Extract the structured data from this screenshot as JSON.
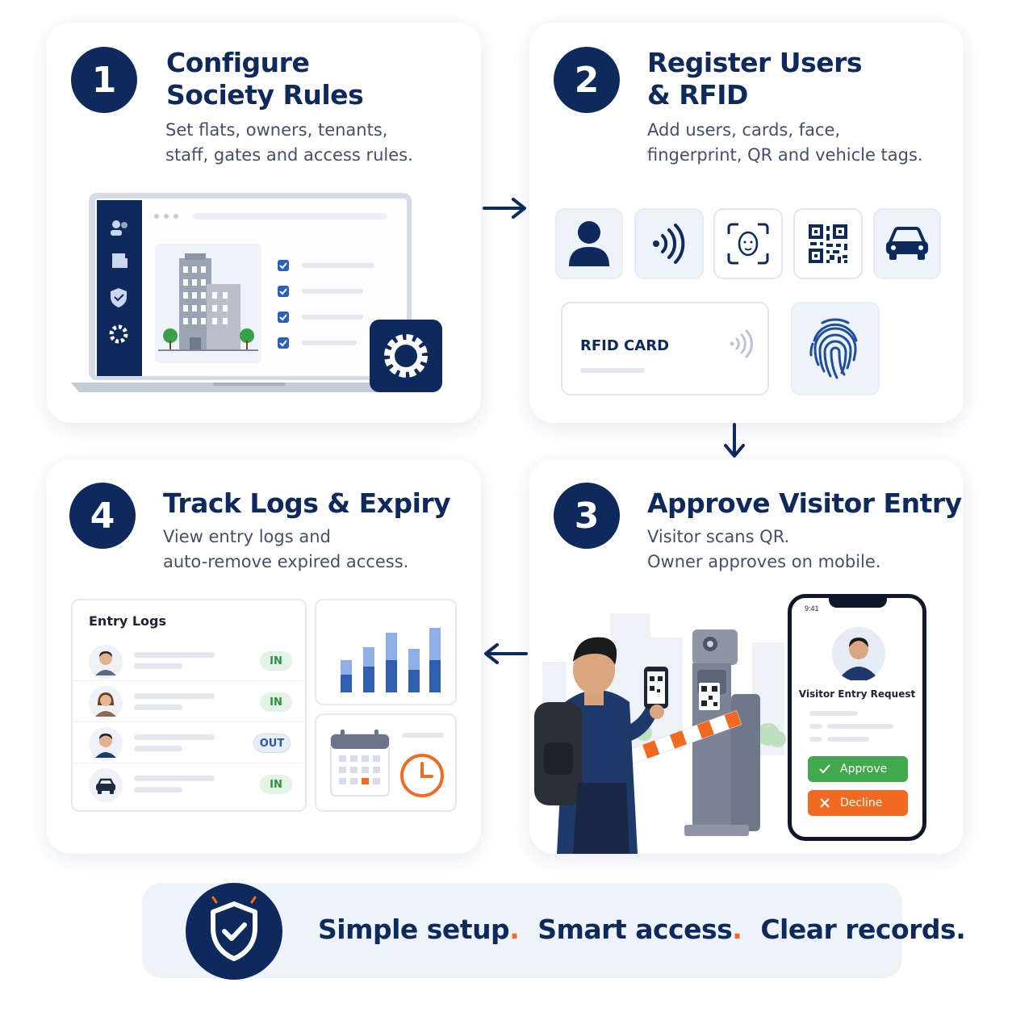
{
  "steps": [
    {
      "number": "1",
      "title_line1": "Configure",
      "title_line2": "Society Rules",
      "desc_line1": "Set flats, owners, tenants,",
      "desc_line2": "staff, gates and access rules."
    },
    {
      "number": "2",
      "title_line1": "Register Users",
      "title_line2": "& RFID",
      "desc_line1": "Add users, cards, face,",
      "desc_line2": "fingerprint, QR and vehicle tags."
    },
    {
      "number": "3",
      "title_line1": "Approve Visitor Entry",
      "desc_line1": "Visitor scans QR.",
      "desc_line2": "Owner approves on mobile."
    },
    {
      "number": "4",
      "title_line1": "Track Logs & Expiry",
      "desc_line1": "View entry logs and",
      "desc_line2": "auto-remove expired access."
    }
  ],
  "rfid_card_label": "RFID CARD",
  "entry_logs": {
    "title": "Entry Logs",
    "rows": [
      {
        "avatar": "man-avatar-icon",
        "status": "IN"
      },
      {
        "avatar": "woman-avatar-icon",
        "status": "IN"
      },
      {
        "avatar": "man-avatar-icon",
        "status": "OUT"
      },
      {
        "avatar": "car-icon",
        "status": "IN"
      }
    ]
  },
  "phone": {
    "time": "9:41",
    "request_title": "Visitor Entry Request",
    "approve_label": "Approve",
    "decline_label": "Decline"
  },
  "tagline": {
    "part1": "Simple setup",
    "part2": "Smart access",
    "part3": "Clear records",
    "dot": "."
  },
  "colors": {
    "navy": "#0e2a5c",
    "accent_orange": "#f26a21",
    "approve_green": "#43a94f",
    "decline_orange": "#f26a21"
  }
}
